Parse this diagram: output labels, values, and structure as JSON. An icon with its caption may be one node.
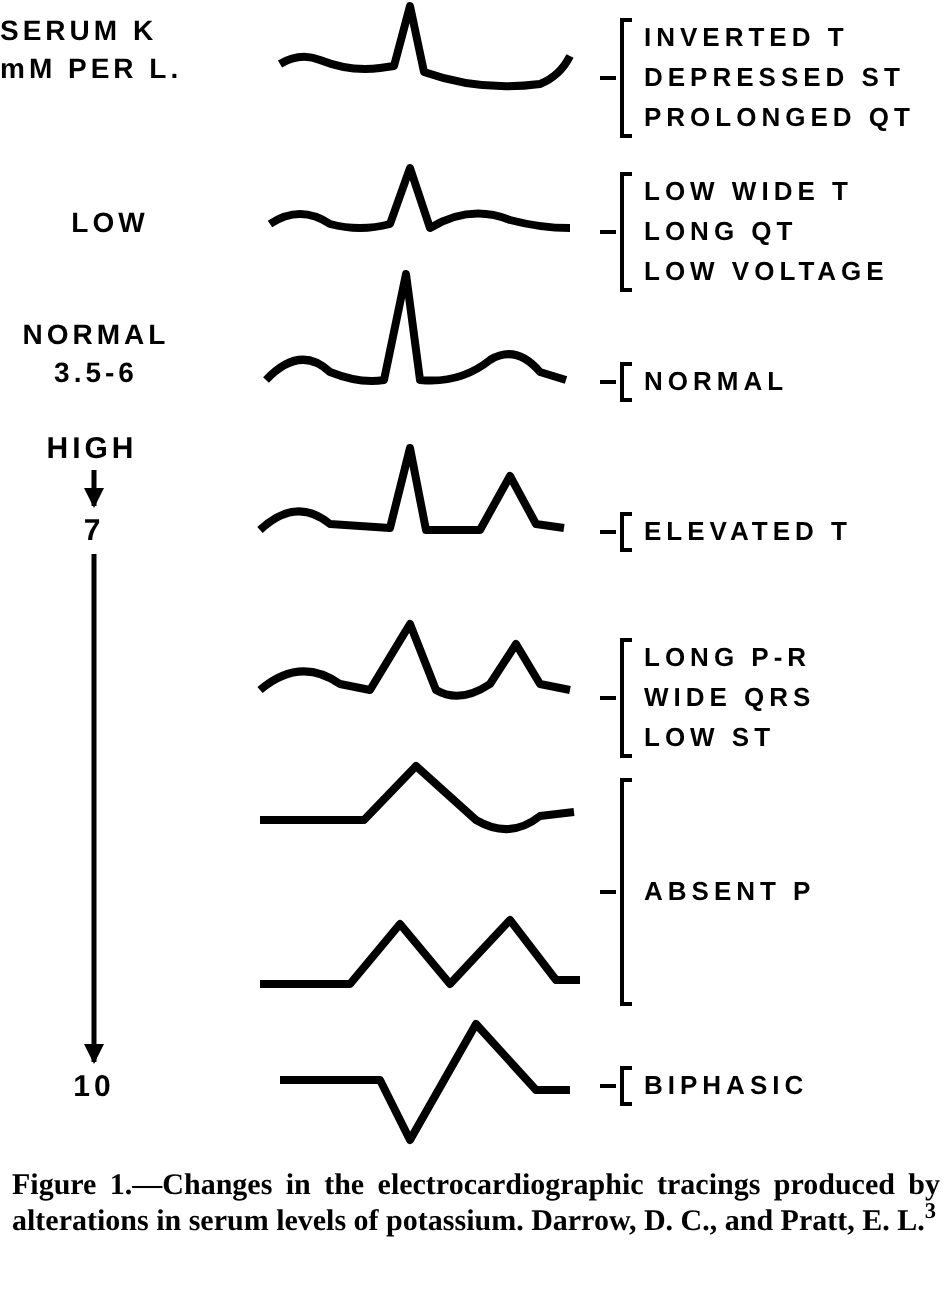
{
  "diagram": {
    "caption": "Figure 1.—Changes in the electrocardiographic tracings produced by alterations in serum levels of potassium. Darrow, D. C., and Pratt, E. L.$^{3}$",
    "nodes": [
      {
        "text": [
          "HIGH"
        ]
      },
      {
        "text": [
          "7"
        ]
      },
      {
        "text": [
          "10"
        ]
      }
    ],
    "edges": [
      {
        "from": 0,
        "to": 1,
        "arrow": "to"
      },
      {
        "from": 1,
        "to": 2,
        "arrow": "to"
      }
    ],
    "labels": [
      "SERUM K mM PER L.",
      "INVERTED T",
      "DEPRESSED ST",
      "PROLONGED QT",
      "LOW",
      "LOW WIDE T",
      "LONG QT",
      "LOW VOLTAGE",
      "NORMAL 3.5-6",
      "NORMAL",
      "ELEVATED T",
      "LONG P-R",
      "WIDE QRS",
      "LOW ST",
      "ABSENT P",
      "BIPHASIC"
    ]
  }
}
